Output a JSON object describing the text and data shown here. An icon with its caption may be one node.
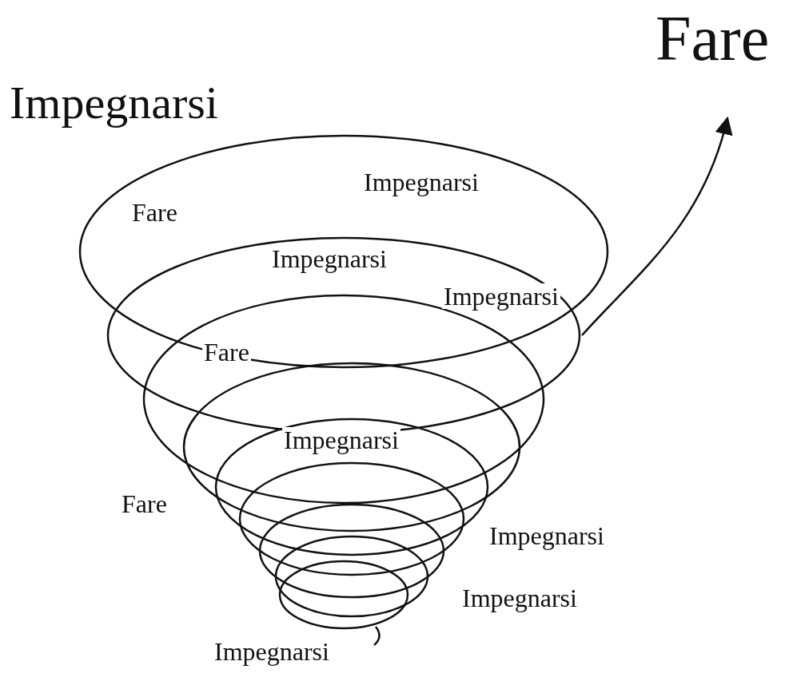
{
  "diagram": {
    "labels": [
      "Fare",
      "Impegnarsi",
      "Impegnarsi",
      "Fare",
      "Impegnarsi",
      "Impegnarsi",
      "Fare",
      "Impegnarsi",
      "Fare",
      "Impegnarsi",
      "Impegnarsi",
      "Impegnarsi"
    ]
  }
}
